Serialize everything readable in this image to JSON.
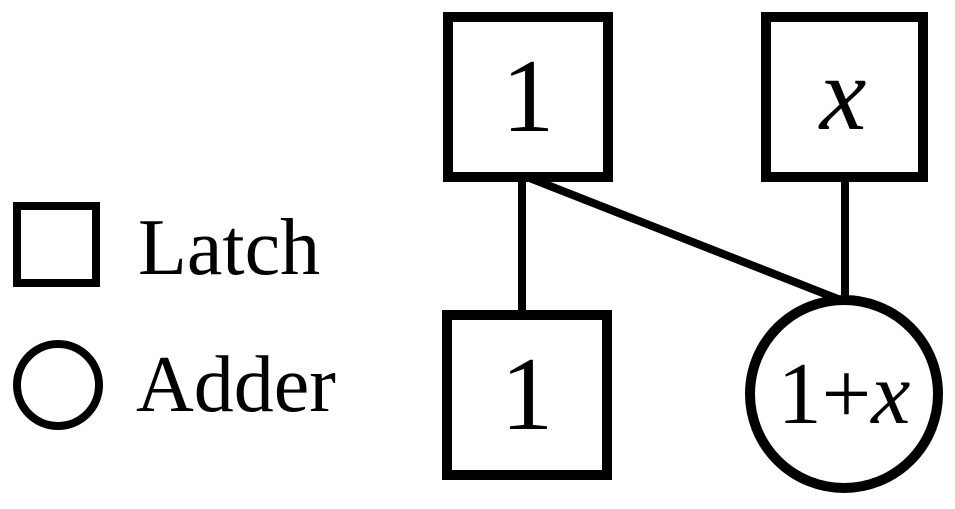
{
  "colors": {
    "stroke": "#000000",
    "background": "#ffffff",
    "node_fill": "#ffffff"
  },
  "legend": {
    "items": [
      {
        "shape": "square",
        "icon": "square-latch-icon",
        "label": "Latch"
      },
      {
        "shape": "circle",
        "icon": "circle-adder-icon",
        "label": "Adder"
      }
    ]
  },
  "nodes": [
    {
      "id": "latch-1-top",
      "type": "latch",
      "shape": "square",
      "label": "1"
    },
    {
      "id": "latch-x-top",
      "type": "latch",
      "shape": "square",
      "label": "x",
      "italic": true
    },
    {
      "id": "latch-1-bottom",
      "type": "latch",
      "shape": "square",
      "label": "1"
    },
    {
      "id": "adder-1-plus-x",
      "type": "adder",
      "shape": "circle",
      "label": "1+x",
      "label_prefix": "1+",
      "label_var": "x"
    }
  ],
  "edges": [
    {
      "from": "latch-1-top",
      "to": "latch-1-bottom",
      "style": "vertical"
    },
    {
      "from": "latch-1-top",
      "to": "adder-1-plus-x",
      "style": "diagonal"
    },
    {
      "from": "latch-x-top",
      "to": "adder-1-plus-x",
      "style": "vertical"
    }
  ]
}
